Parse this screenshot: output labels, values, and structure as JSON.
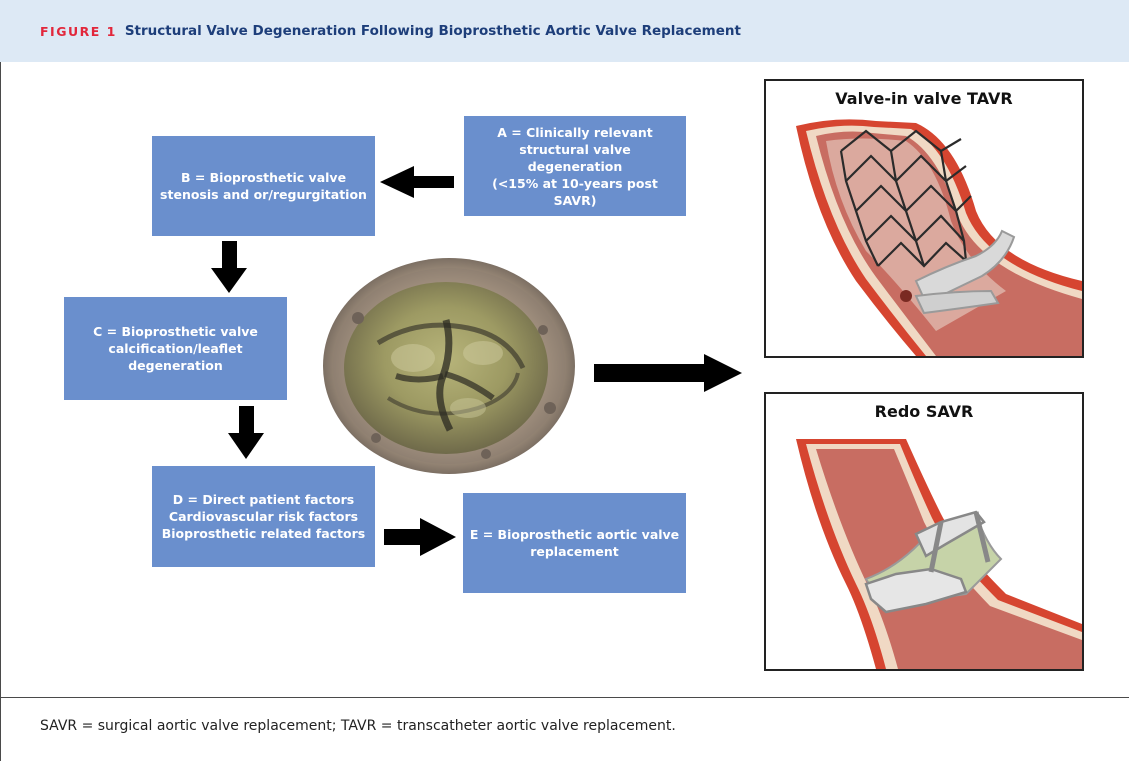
{
  "header": {
    "figure_label": "FIGURE 1",
    "title": "Structural Valve Degeneration Following Bioprosthetic Aortic Valve Replacement"
  },
  "boxes": {
    "a": "A = Clinically relevant\nstructural valve degeneration\n(<15% at 10-years post SAVR)",
    "b": "B = Bioprosthetic valve\nstenosis and or/regurgitation",
    "c": "C = Bioprosthetic valve\ncalcification/leaflet\ndegeneration",
    "d": "D = Direct patient factors\nCardiovascular risk factors\nBioprosthetic related factors",
    "e": "E = Bioprosthetic aortic valve\nreplacement"
  },
  "panels": {
    "tavr_title": "Valve-in valve TAVR",
    "redo_title": "Redo SAVR"
  },
  "caption": "SAVR = surgical aortic valve replacement; TAVR = transcatheter aortic valve replacement.",
  "colors": {
    "header_bg": "#dde9f5",
    "figure_label": "#e2273b",
    "title": "#1d3e7a",
    "box_fill": "#6a8fcd",
    "arrow": "#000000"
  },
  "icons": [
    "degenerated-valve-illustration",
    "valve-in-valve-illustration",
    "redo-savr-illustration"
  ]
}
